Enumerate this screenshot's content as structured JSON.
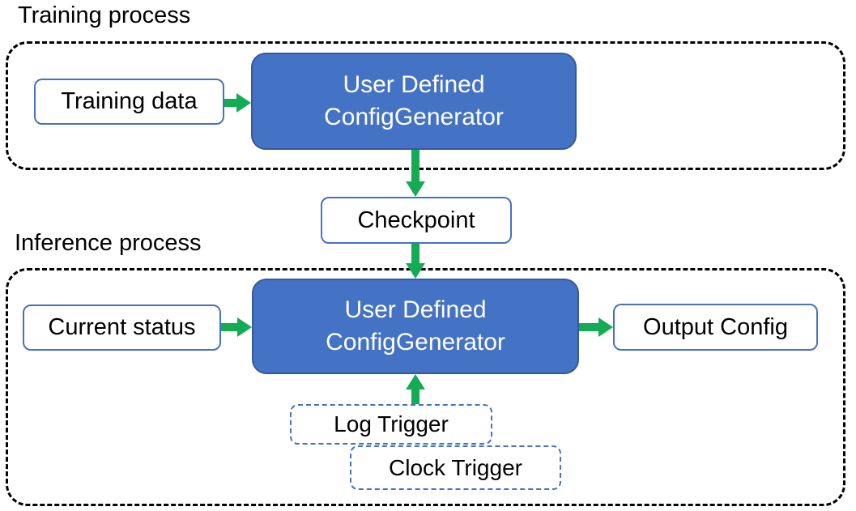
{
  "colors": {
    "generator-fill": "#4472C4",
    "generator-border": "#35599C",
    "box-border": "#4472C4",
    "trigger-border": "#4472C4",
    "arrow-green": "#14AB55",
    "container-dash": "#000000"
  },
  "training": {
    "label": "Training process",
    "input": "Training data",
    "generator": "User Defined\nConfigGenerator"
  },
  "checkpoint": {
    "label": "Checkpoint"
  },
  "inference": {
    "label": "Inference process",
    "input": "Current status",
    "generator": "User Defined\nConfigGenerator",
    "output": "Output Config",
    "log_trigger": "Log Trigger",
    "clock_trigger": "Clock Trigger"
  }
}
